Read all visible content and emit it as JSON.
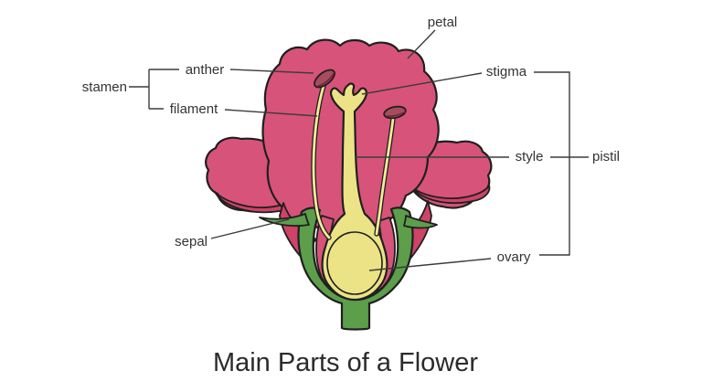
{
  "title": "Main Parts of a Flower",
  "labels": {
    "petal": "petal",
    "stamen": "stamen",
    "anther": "anther",
    "filament": "filament",
    "stigma": "stigma",
    "style": "style",
    "pistil": "pistil",
    "sepal": "sepal",
    "ovary": "ovary"
  },
  "colors": {
    "petal_pink": "#d7537a",
    "petal_deep_pink": "#ce4368",
    "pistil_yellow": "#f2ec9a",
    "ovary_yellow": "#ebe386",
    "sepal_green": "#5c9e4a",
    "anther_maroon": "#a74c5e",
    "outline": "#1f1f1f",
    "label_text": "#333333",
    "title_text": "#2b2b2b",
    "background": "#ffffff"
  }
}
